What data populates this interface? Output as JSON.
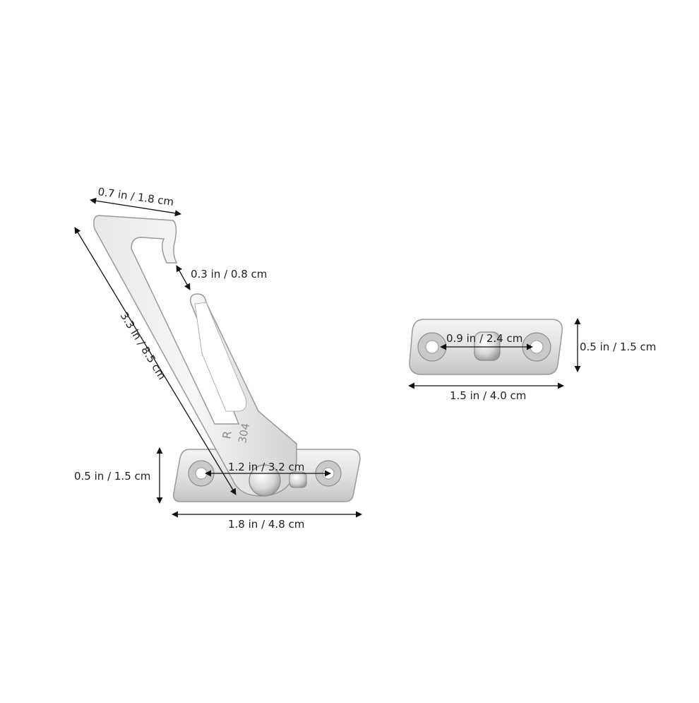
{
  "labels": {
    "hook_width": "0.7 in / 1.8 cm",
    "hook_gap": "0.3 in / 0.8 cm",
    "arm_length": "3.3 in / 8.5 cm",
    "base_height": "0.5 in / 1.5 cm",
    "base_hole_spacing": "1.2 in / 3.2 cm",
    "base_width": "1.8 in / 4.8 cm",
    "keeper_hole_spacing": "0.9 in / 2.4 cm",
    "keeper_height": "0.5 in / 1.5 cm",
    "keeper_width": "1.5 in / 4.0 cm"
  },
  "stamp": {
    "side": "R",
    "grade": "304"
  },
  "colors": {
    "background": "#ffffff",
    "metal_light": "#f2f2f2",
    "metal_mid": "#d9d9d9",
    "metal_dark": "#a8a8a8",
    "dimension_line": "#111111"
  }
}
